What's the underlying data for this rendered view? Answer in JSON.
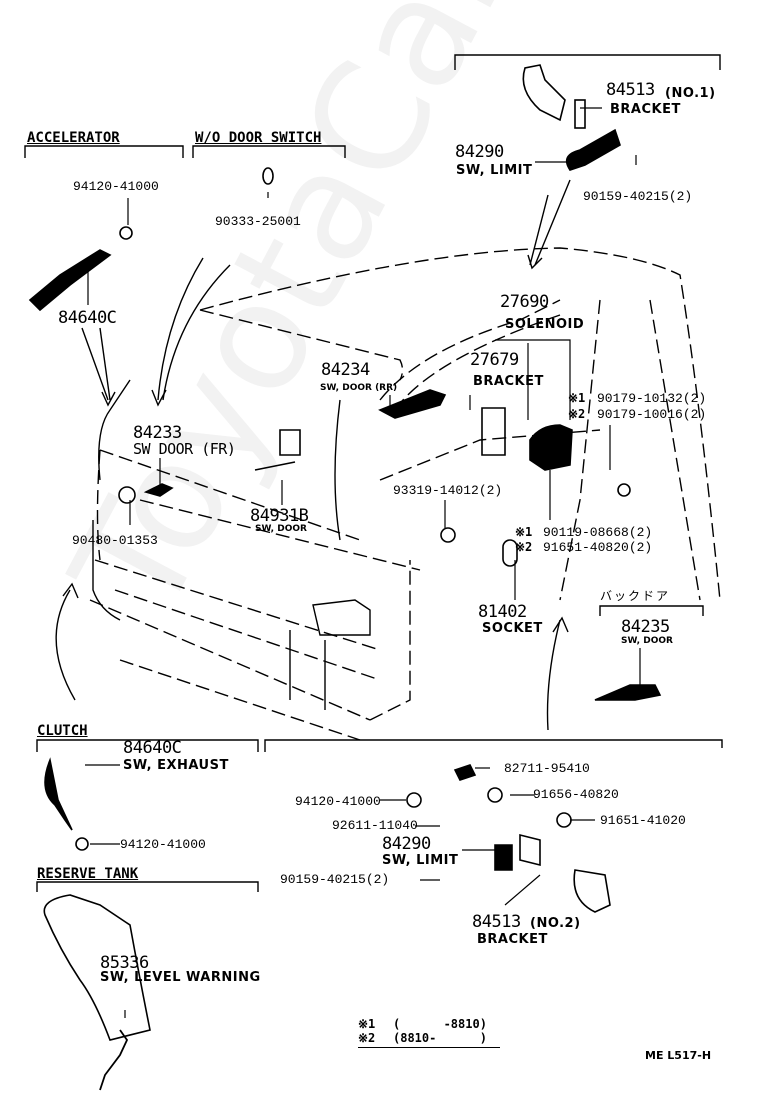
{
  "watermark": "ToyotaCarMe.ru",
  "sections": {
    "accelerator": "ACCELERATOR",
    "wo_door_switch": "W/O DOOR SWITCH",
    "clutch": "CLUTCH",
    "reserve_tank": "RESERVE TANK",
    "back_door": "バックドア"
  },
  "parts": {
    "p84513_no1": {
      "number": "84513",
      "suffix": "(NO.1)",
      "name": "BRACKET"
    },
    "p84290_top": {
      "number": "84290",
      "name": "SW, LIMIT"
    },
    "p90159_top": "90159-40215(2)",
    "p94120_acc": "94120-41000",
    "p84640c_acc": "84640C",
    "p90333": "90333-25001",
    "p27690": {
      "number": "27690",
      "name": "SOLENOID"
    },
    "p27679": {
      "number": "27679",
      "name": "BRACKET"
    },
    "p84234": {
      "number": "84234",
      "name": "SW, DOOR (RR)"
    },
    "p90179_1": {
      "mark": "※1",
      "number": "90179-10132(2)"
    },
    "p90179_2": {
      "mark": "※2",
      "number": "90179-10016(2)"
    },
    "p84233": {
      "number": "84233",
      "name": "SW DOOR (FR)"
    },
    "p84931b": {
      "number": "84931B",
      "name": "SW, DOOR"
    },
    "p90480": "90480-01353",
    "p93319": "93319-14012(2)",
    "p90119": {
      "mark": "※1",
      "number": "90119-08668(2)"
    },
    "p91651_408": {
      "mark": "※2",
      "number": "91651-40820(2)"
    },
    "p81402": {
      "number": "81402",
      "name": "SOCKET"
    },
    "p84235": {
      "number": "84235",
      "name": "SW, DOOR"
    },
    "p84640c_clutch": {
      "number": "84640C",
      "name": "SW, EXHAUST"
    },
    "p94120_clutch": "94120-41000",
    "p82711": "82711-95410",
    "p94120_lim": "94120-41000",
    "p91656": "91656-40820",
    "p92611": "92611-11040",
    "p91651_410": "91651-41020",
    "p84290_bot": {
      "number": "84290",
      "name": "SW, LIMIT"
    },
    "p90159_bot": "90159-40215(2)",
    "p84513_no2": {
      "number": "84513",
      "suffix": "(NO.2)",
      "name": "BRACKET"
    },
    "p85336": {
      "number": "85336",
      "name": "SW, LEVEL WARNING"
    }
  },
  "footnotes": {
    "n1_mark": "※1",
    "n1_range": "(      -8810)",
    "n2_mark": "※2",
    "n2_range": "(8810-      )"
  },
  "diagram_code": "ME L517-H"
}
